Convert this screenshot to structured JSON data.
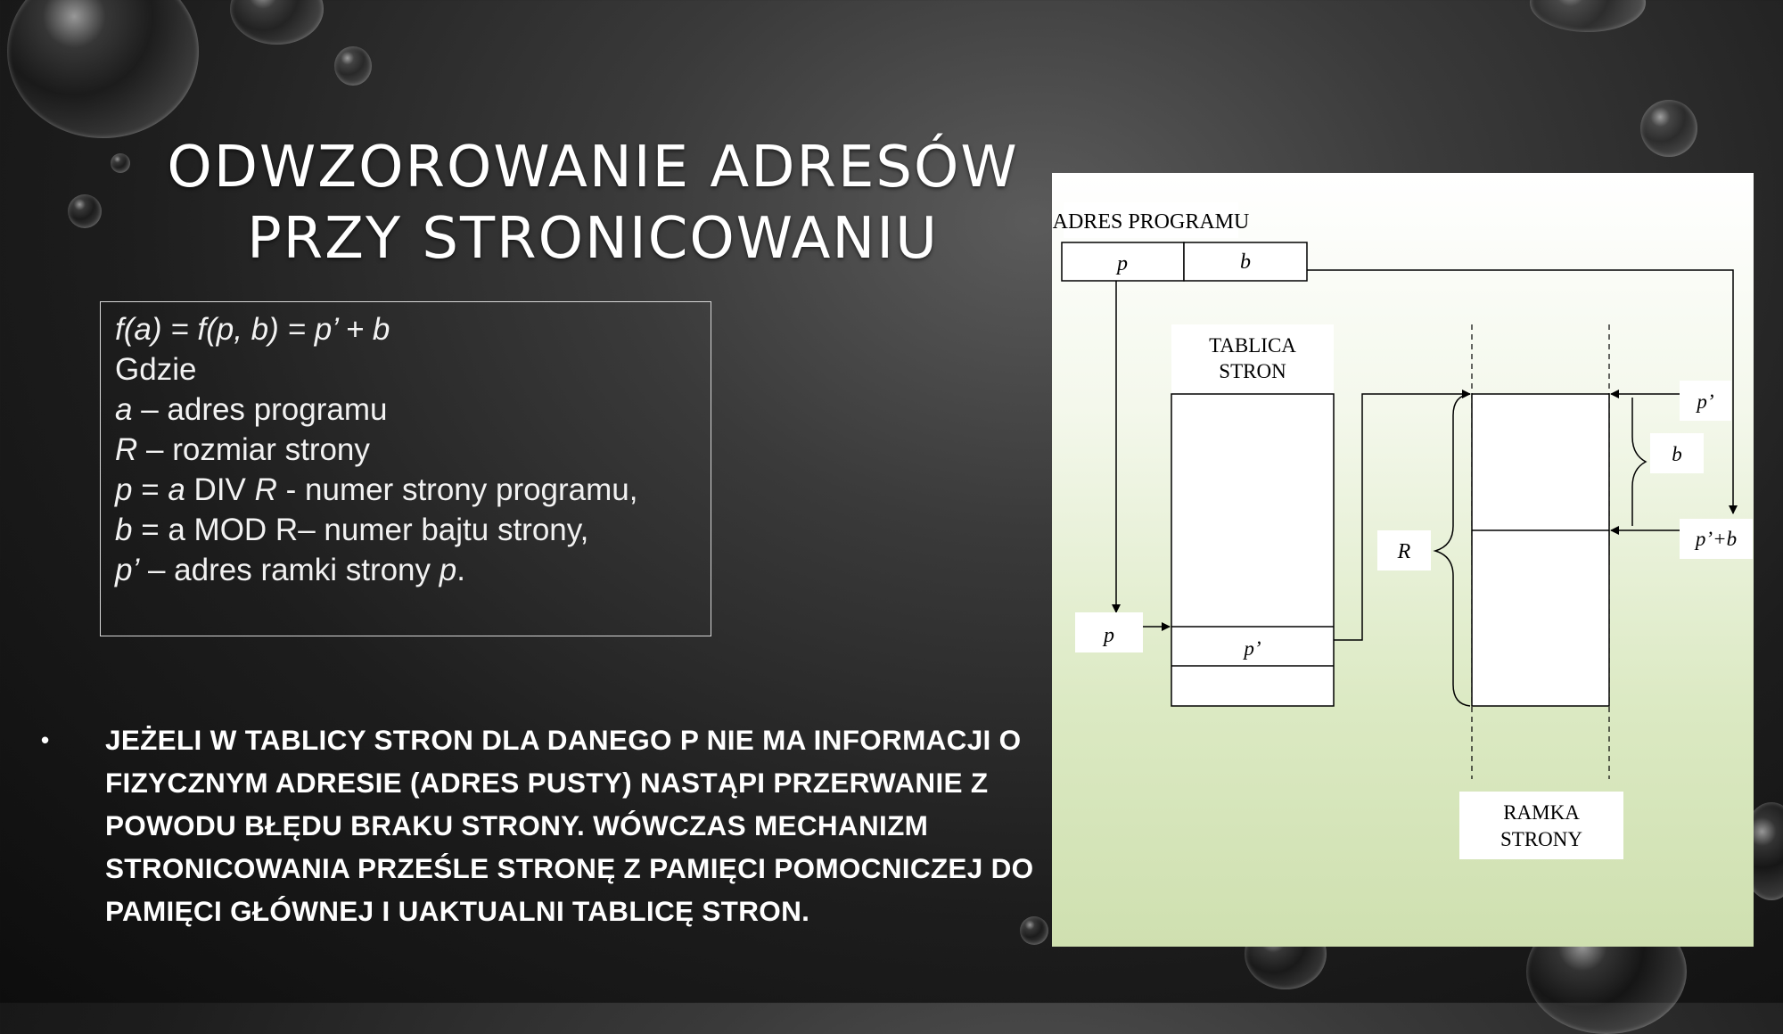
{
  "slide": {
    "title_line1": "ODWZOROWANIE ADRESÓW",
    "title_line2": "PRZY STRONICOWANIU"
  },
  "formula_box": {
    "line1": "f(a) = f(p, b) = p’ + b",
    "line2": "Gdzie",
    "line3_var": "a",
    "line3_text": " – adres programu",
    "line4_var": "R",
    "line4_text": " – rozmiar strony",
    "line5_var1": "p",
    "line5_eq": " = ",
    "line5_var2": "a",
    "line5_div": " DIV ",
    "line5_var3": "R",
    "line5_text": " - numer strony programu,",
    "line6_var": "b",
    "line6_text": " = a MOD R– numer bajtu strony,",
    "line7_var": "p’",
    "line7_text": " – adres ramki strony ",
    "line7_var2": "p",
    "line7_end": "."
  },
  "note": {
    "bullet": "•",
    "text": "JEŻELI W TABLICY STRON DLA DANEGO P NIE MA INFORMACJI O FIZYCZNYM ADRESIE (ADRES PUSTY) NASTĄPI PRZERWANIE Z POWODU BŁĘDU BRAKU STRONY. WÓWCZAS MECHANIZM STRONICOWANIA PRZEŚLE STRONĘ Z PAMIĘCI POMOCNICZEJ DO PAMIĘCI GŁÓWNEJ I UAKTUALNI TABLICĘ STRON."
  },
  "diagram": {
    "program_address_label": "ADRES PROGRAMU",
    "field_p": "p",
    "field_b": "b",
    "page_table_line1": "TABLICA",
    "page_table_line2": "STRON",
    "input_p": "p",
    "entry_p_prime": "p’",
    "label_R": "R",
    "label_p_prime": "p’",
    "label_b": "b",
    "label_p_prime_plus_b": "p’+b",
    "frame_line1": "RAMKA",
    "frame_line2": "STRONY"
  }
}
